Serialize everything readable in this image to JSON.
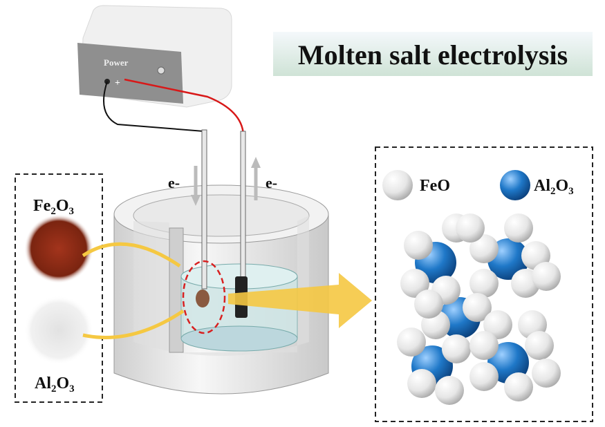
{
  "title": "Molten salt electrolysis",
  "power_supply": {
    "label": "Power",
    "terminal": "+"
  },
  "electron_labels": [
    "e-",
    "e-"
  ],
  "raw_materials": {
    "fe2o3": {
      "base1": "Fe",
      "sub1": "2",
      "base2": "O",
      "sub2": "3"
    },
    "al2o3": {
      "base1": "Al",
      "sub1": "2",
      "base2": "O",
      "sub2": "3"
    }
  },
  "legend": {
    "feo": "FeO",
    "al2o3": {
      "base1": "Al",
      "sub1": "2",
      "base2": "O",
      "sub2": "3"
    }
  },
  "colors": {
    "feo": "#e8e8e8",
    "al2o3": "#1f78c8",
    "arrow": "#f5c842",
    "wire_pos": "#d81818"
  }
}
